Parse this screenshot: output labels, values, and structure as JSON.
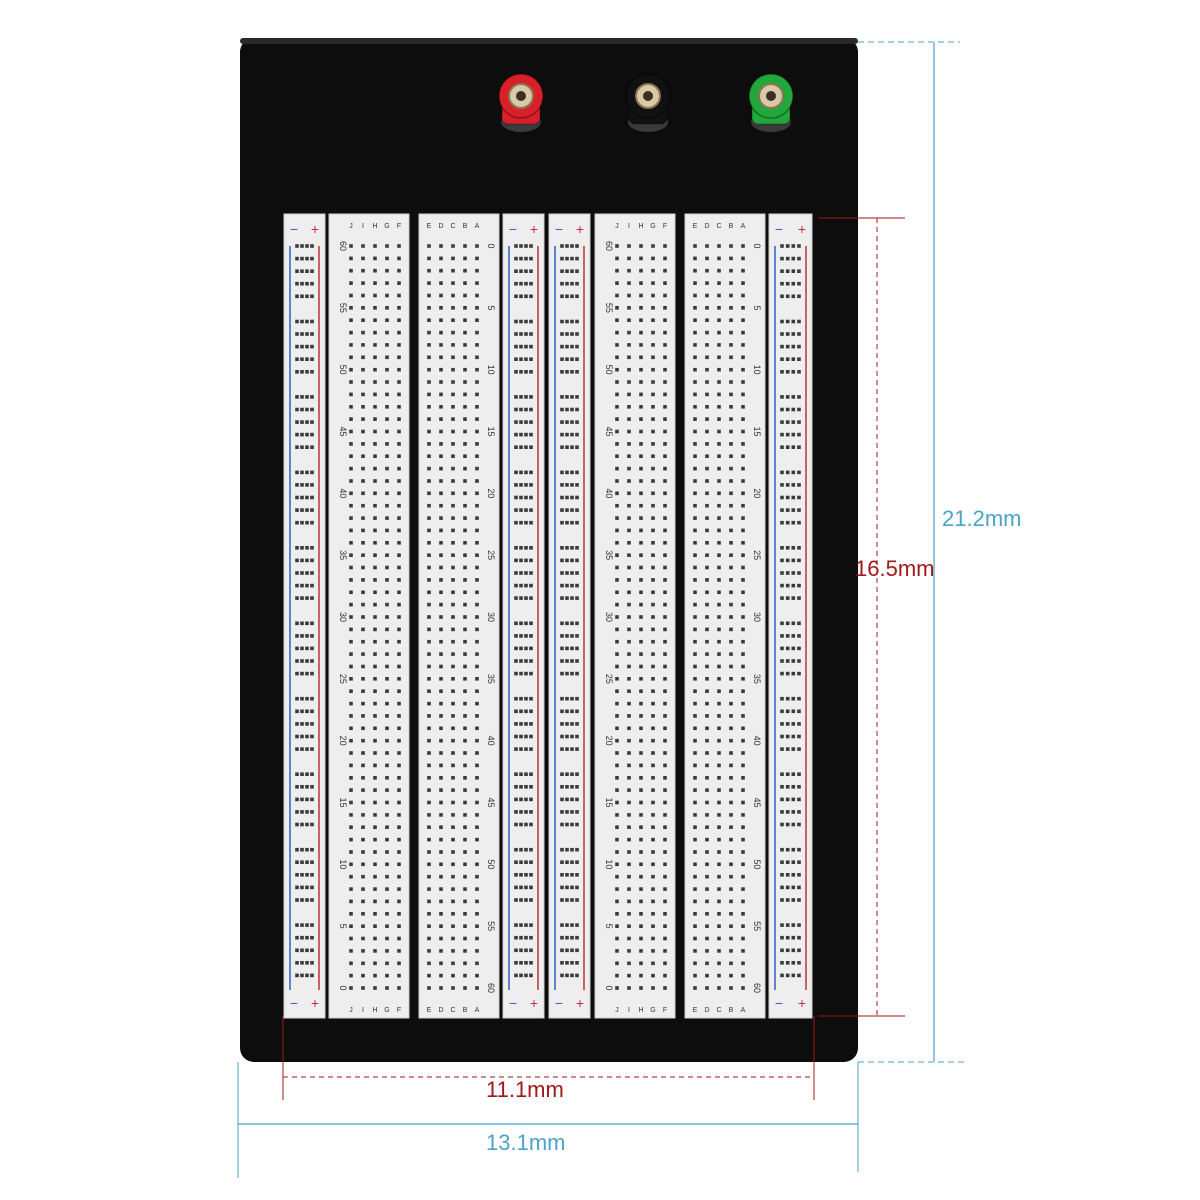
{
  "dimensions": {
    "overall_height": "21.2mm",
    "board_height": "16.5mm",
    "board_width": "11.1mm",
    "overall_width": "13.1mm"
  },
  "colors": {
    "base": "#0d0d0d",
    "board": "#eeeeee",
    "hole": "#3a3a3a",
    "rail_plus": "#c0303a",
    "rail_minus": "#2f5fc4",
    "dim_outer": "#4aa3c9",
    "dim_inner": "#a01818",
    "post_red": "#d81f2a",
    "post_black": "#111111",
    "post_green": "#22a83a"
  },
  "binding_posts": [
    {
      "name": "red-binding-post-icon",
      "color": "#d81f2a"
    },
    {
      "name": "black-binding-post-icon",
      "color": "#111111"
    },
    {
      "name": "green-binding-post-icon",
      "color": "#22a83a"
    }
  ],
  "rail_signs": {
    "minus": "−",
    "plus": "+"
  },
  "columns_left": [
    "A",
    "B",
    "C",
    "D",
    "E"
  ],
  "columns_right": [
    "F",
    "G",
    "H",
    "I",
    "J"
  ],
  "row_numbers_a": [
    "0",
    "5",
    "10",
    "15",
    "20",
    "25",
    "30",
    "35",
    "40",
    "45",
    "50",
    "55",
    "60"
  ],
  "row_numbers_b": [
    "60",
    "55",
    "50",
    "45",
    "40",
    "35",
    "30",
    "25",
    "20",
    "15",
    "10",
    "5",
    "0"
  ]
}
